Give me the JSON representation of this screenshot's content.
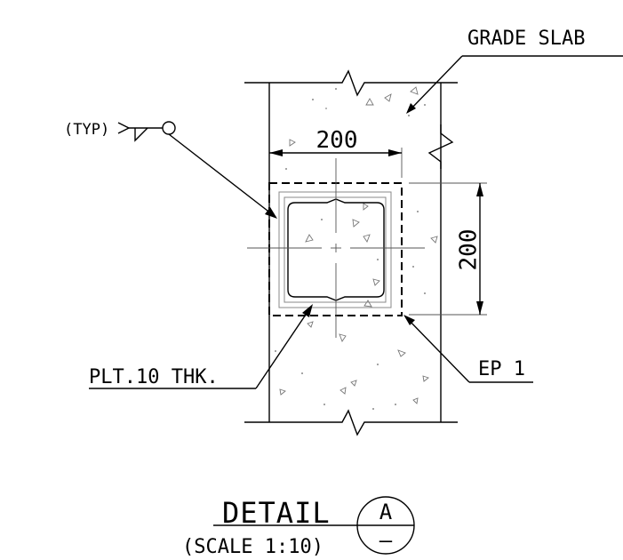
{
  "labels": {
    "grade_slab": "GRADE SLAB",
    "weld_symbol": "(TYP)",
    "dim_horizontal": "200",
    "dim_vertical": "200",
    "plate": "PLT.10 THK.",
    "embed_plate": "EP 1"
  },
  "title_block": {
    "title": "DETAIL",
    "scale": "(SCALE 1:10)",
    "bubble_top": "A",
    "bubble_bottom": "–"
  }
}
